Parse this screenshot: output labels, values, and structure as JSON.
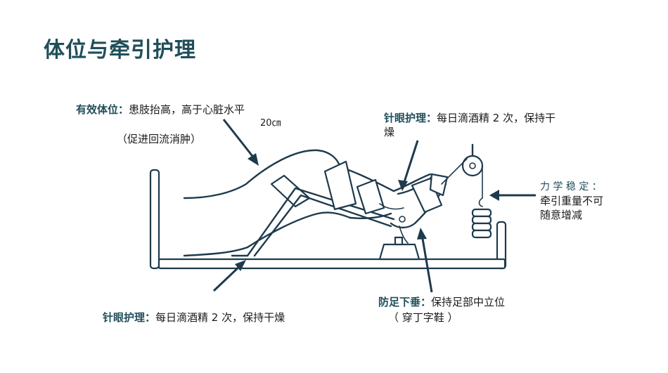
{
  "title": "体位与牵引护理",
  "annotations": {
    "position": {
      "heading": "有效体位：",
      "text": "患肢抬高，高于心脏水平",
      "height": "20㎝",
      "note": "（促进回流消肿）"
    },
    "pin_top": {
      "heading": "针眼护理：",
      "line1": "每日滴酒精 2 次，保持干",
      "line2": "燥"
    },
    "mechanics": {
      "heading": "力 学 稳 定 ：",
      "line1": "牵引重量不可",
      "line2": "随意增减"
    },
    "foot_drop": {
      "heading": "防足下垂：",
      "text": "保持足部中立位",
      "note": "（ 穿丁字鞋 ）"
    },
    "pin_bottom": {
      "heading": "针眼护理：",
      "text": "每日滴酒精 2 次，保持干燥"
    }
  }
}
